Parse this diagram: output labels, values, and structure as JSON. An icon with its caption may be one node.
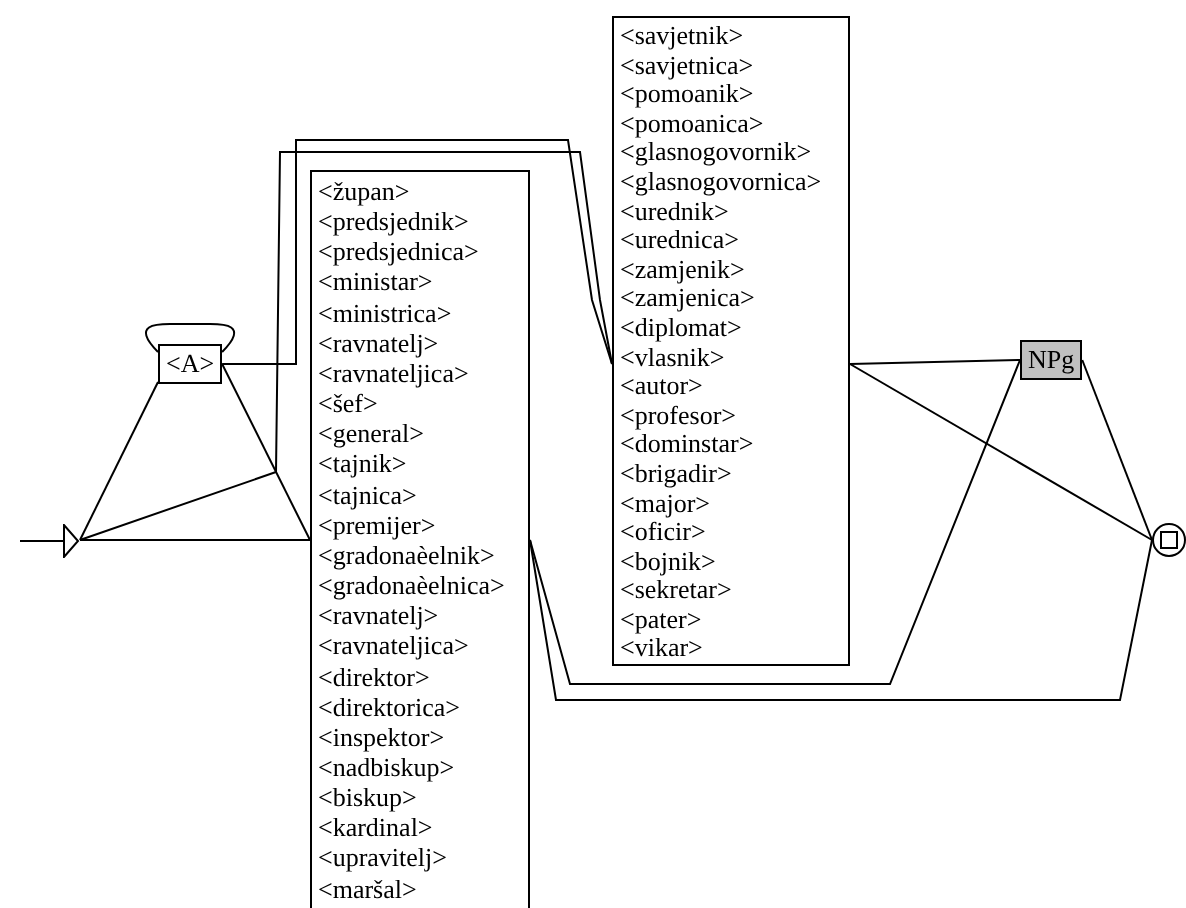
{
  "diagram": {
    "nodes": [
      {
        "text": [],
        "shape": "triangle"
      },
      {
        "text": [
          "<A>"
        ]
      },
      {
        "text": [
          "<župan>",
          "<predsjednik>",
          "<predsjednica>",
          "<ministar>",
          "<ministrica>",
          "<ravnatelj>",
          "<ravnateljica>",
          "<šef>",
          "<general>",
          "<tajnik>",
          "<tajnica>",
          "<premijer>",
          "<gradonaèelnik>",
          "<gradonaèelnica>",
          "<ravnatelj>",
          "<ravnateljica>",
          "<direktor>",
          "<direktorica>",
          "<inspektor>",
          "<nadbiskup>",
          "<biskup>",
          "<kardinal>",
          "<upravitelj>",
          "<maršal>"
        ]
      },
      {
        "text": [
          "<savjetnik>",
          "<savjetnica>",
          "<pomoanik>",
          "<pomoanica>",
          "<glasnogovornik>",
          "<glasnogovornica>",
          "<urednik>",
          "<urednica>",
          "<zamjenik>",
          "<zamjenica>",
          "<diplomat>",
          "<vlasnik>",
          "<autor>",
          "<profesor>",
          "<dominstar>",
          "<brigadir>",
          "<major>",
          "<oficir>",
          "<bojnik>",
          "<sekretar>",
          "<pater>",
          "<vikar>"
        ]
      },
      {
        "text": [
          "NPg"
        ]
      },
      {
        "text": [],
        "shape": "circle"
      }
    ],
    "edges": [
      {
        "from": 0,
        "to": 1,
        "arrow": "none"
      },
      {
        "from": 0,
        "to": 2,
        "arrow": "none"
      },
      {
        "from": 0,
        "to": 3,
        "arrow": "none"
      },
      {
        "from": 1,
        "to": 1,
        "arrow": "none"
      },
      {
        "from": 1,
        "to": 2,
        "arrow": "none"
      },
      {
        "from": 1,
        "to": 3,
        "arrow": "none"
      },
      {
        "from": 2,
        "to": 4,
        "arrow": "none"
      },
      {
        "from": 2,
        "to": 5,
        "arrow": "none"
      },
      {
        "from": 3,
        "to": 4,
        "arrow": "none"
      },
      {
        "from": 3,
        "to": 5,
        "arrow": "none"
      },
      {
        "from": 4,
        "to": 5,
        "arrow": "none"
      }
    ]
  }
}
